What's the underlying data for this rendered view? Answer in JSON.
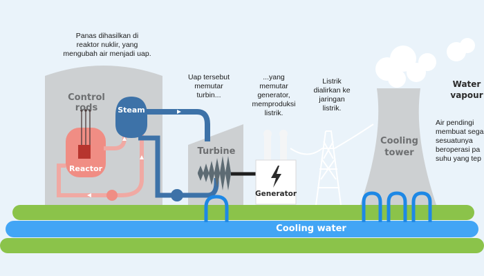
{
  "captions": {
    "reactor_heat": "Panas dihasilkan di\nreaktor nuklir, yang\nmengubah air menjadi uap.",
    "steam_turbine": "Uap tersebut\nmemutar\nturbin...",
    "turbine_generator": "...yang\nmemutar\ngenerator,\nmemproduksi\nlistrik.",
    "grid": "Listrik\ndialirkan ke\njaringan\nlistrik.",
    "cooling_note": "Air pendingi\nmembuat sega\nsesuatunya\nberoperasi pa\nsuhu yang tep"
  },
  "labels": {
    "control_rods": "Control rods",
    "steam": "Steam",
    "reactor": "Reactor",
    "turbine": "Turbine",
    "generator": "Generator",
    "cooling_tower": "Cooling\ntower",
    "water_vapour": "Water\nvapour",
    "cooling_water": "Cooling water"
  },
  "colors": {
    "background": "#eaf3fa",
    "building": "#cdd0d2",
    "blue_pipe": "#3d72a8",
    "reactor_red": "#f08d84",
    "ground_green": "#8bc34a",
    "cooling_water": "#42a5f5"
  }
}
